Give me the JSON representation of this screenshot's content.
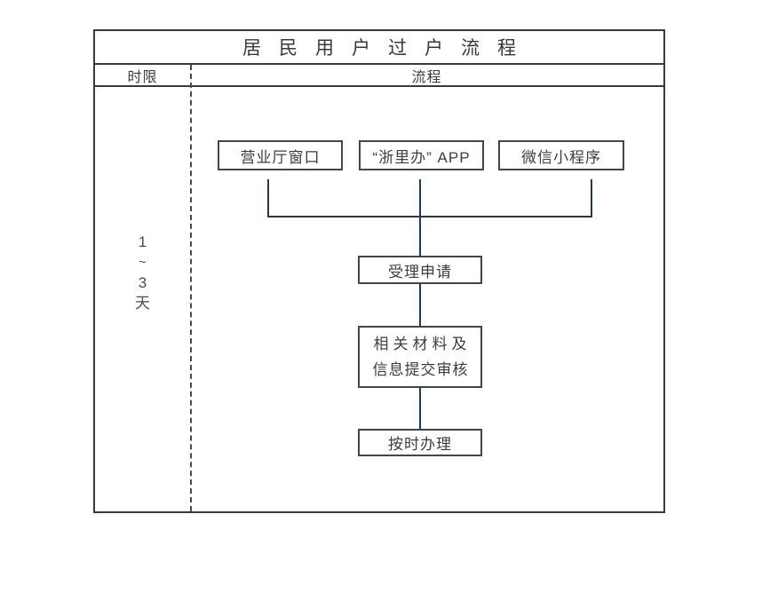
{
  "diagram": {
    "title": "居民用户过户流程",
    "header": {
      "time_col": "时限",
      "process_col": "流程"
    },
    "time_limit": {
      "line1": "1",
      "line2": "~",
      "line3": "3",
      "line4": "天"
    },
    "channels": [
      {
        "label": "营业厅窗口"
      },
      {
        "label": "“浙里办” APP"
      },
      {
        "label": "微信小程序"
      }
    ],
    "steps": {
      "accept": "受理申请",
      "review_line1": "相关材料及",
      "review_line2": "信息提交审核",
      "complete": "按时办理"
    },
    "colors": {
      "frame_border": "#3a3a3a",
      "box_border": "#454545",
      "connector": "#1e3a54",
      "text": "#3d3d3d"
    }
  }
}
